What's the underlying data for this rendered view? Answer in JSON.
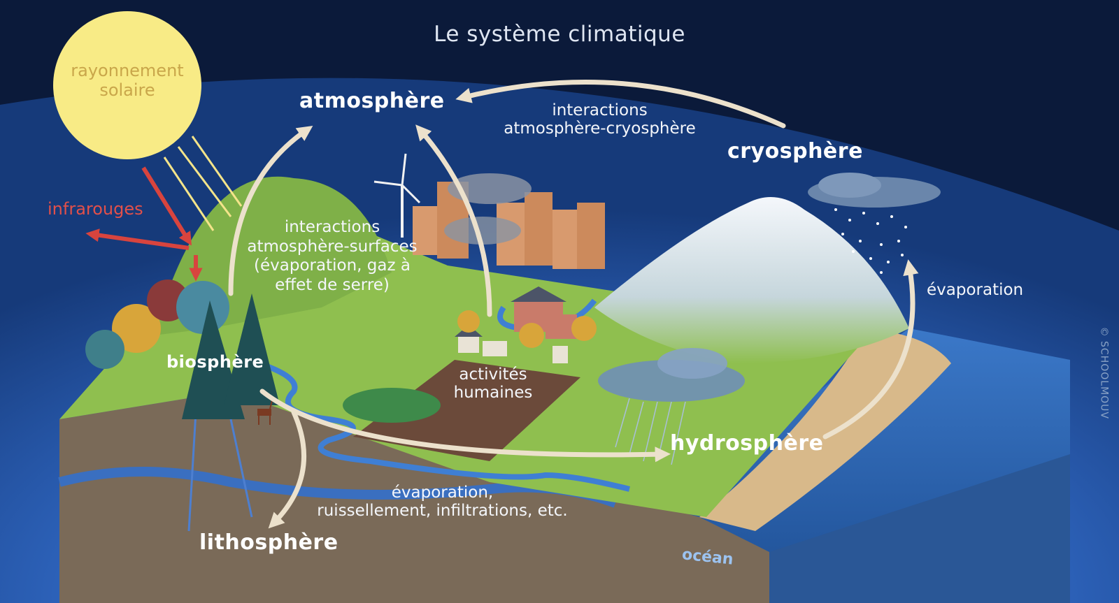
{
  "title": "Le système climatique",
  "spheres": {
    "atmosphere": "atmosphère",
    "cryosphere": "cryosphère",
    "biosphere": "biosphère",
    "hydrosphere": "hydrosphère",
    "lithosphere": "lithosphère"
  },
  "sun": {
    "line1": "rayonnement",
    "line2": "solaire"
  },
  "infrared": "infrarouges",
  "interactions_cryo": {
    "line1": "interactions",
    "line2": "atmosphère-cryosphère"
  },
  "interactions_surfaces": {
    "line1": "interactions",
    "line2": "atmosphère-surfaces",
    "line3": "(évaporation, gaz à",
    "line4": "effet de serre)"
  },
  "human": {
    "line1": "activités",
    "line2": "humaines"
  },
  "evaporation_right": "évaporation",
  "evaporation_bottom": {
    "line1": "évaporation,",
    "line2": "ruissellement, infiltrations, etc."
  },
  "ocean": "océan",
  "watermark": "© SCHOOLMOUV",
  "colors": {
    "space": "#0b1a3a",
    "atmosphere_glow": "#3d7bd6",
    "arrow": "#ece1cc",
    "sun": "#f8eb86",
    "infrared": "#d8443e",
    "grass": "#8fbf4f",
    "soil": "#7a6a58",
    "ocean": "#2f5fa8"
  },
  "icons": [
    "sun-icon",
    "wind-turbine-icon",
    "city-icon",
    "tree-icon",
    "deer-icon",
    "mountain-icon",
    "cloud-icon",
    "house-icon"
  ]
}
